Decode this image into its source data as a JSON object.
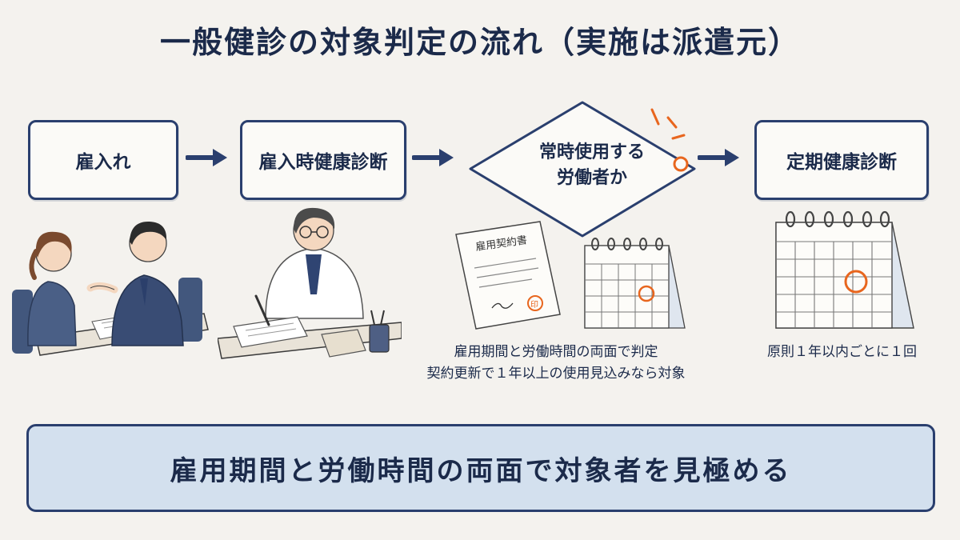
{
  "title": "一般健診の対象判定の流れ（実施は派遣元）",
  "steps": {
    "step1": "雇入れ",
    "step2": "雇入時健康診断",
    "decision_line1": "常時使用する",
    "decision_line2": "労働者か",
    "step4": "定期健康診断"
  },
  "contract_doc_label": "雇用契約書",
  "stamp_char": "印",
  "captions": {
    "middle_line1": "雇用期間と労働時間の両面で判定",
    "middle_line2": "契約更新で１年以上の使用見込みなら対象",
    "right": "原則１年以内ごとに１回"
  },
  "banner": "雇用期間と労働時間の両面で対象者を見極める",
  "colors": {
    "navy": "#2a3f6e",
    "accent": "#e8661e",
    "banner_bg": "#d3e0ee",
    "background": "#f4f2ee"
  }
}
